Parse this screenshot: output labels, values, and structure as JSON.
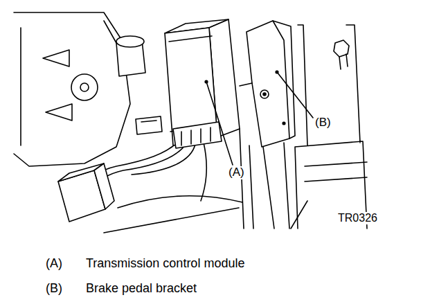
{
  "diagram": {
    "labels": [
      "(A)",
      "(B)",
      "TR0326",
      "(A)",
      "Transmission control module",
      "(B)",
      "Brake pedal bracket"
    ]
  }
}
